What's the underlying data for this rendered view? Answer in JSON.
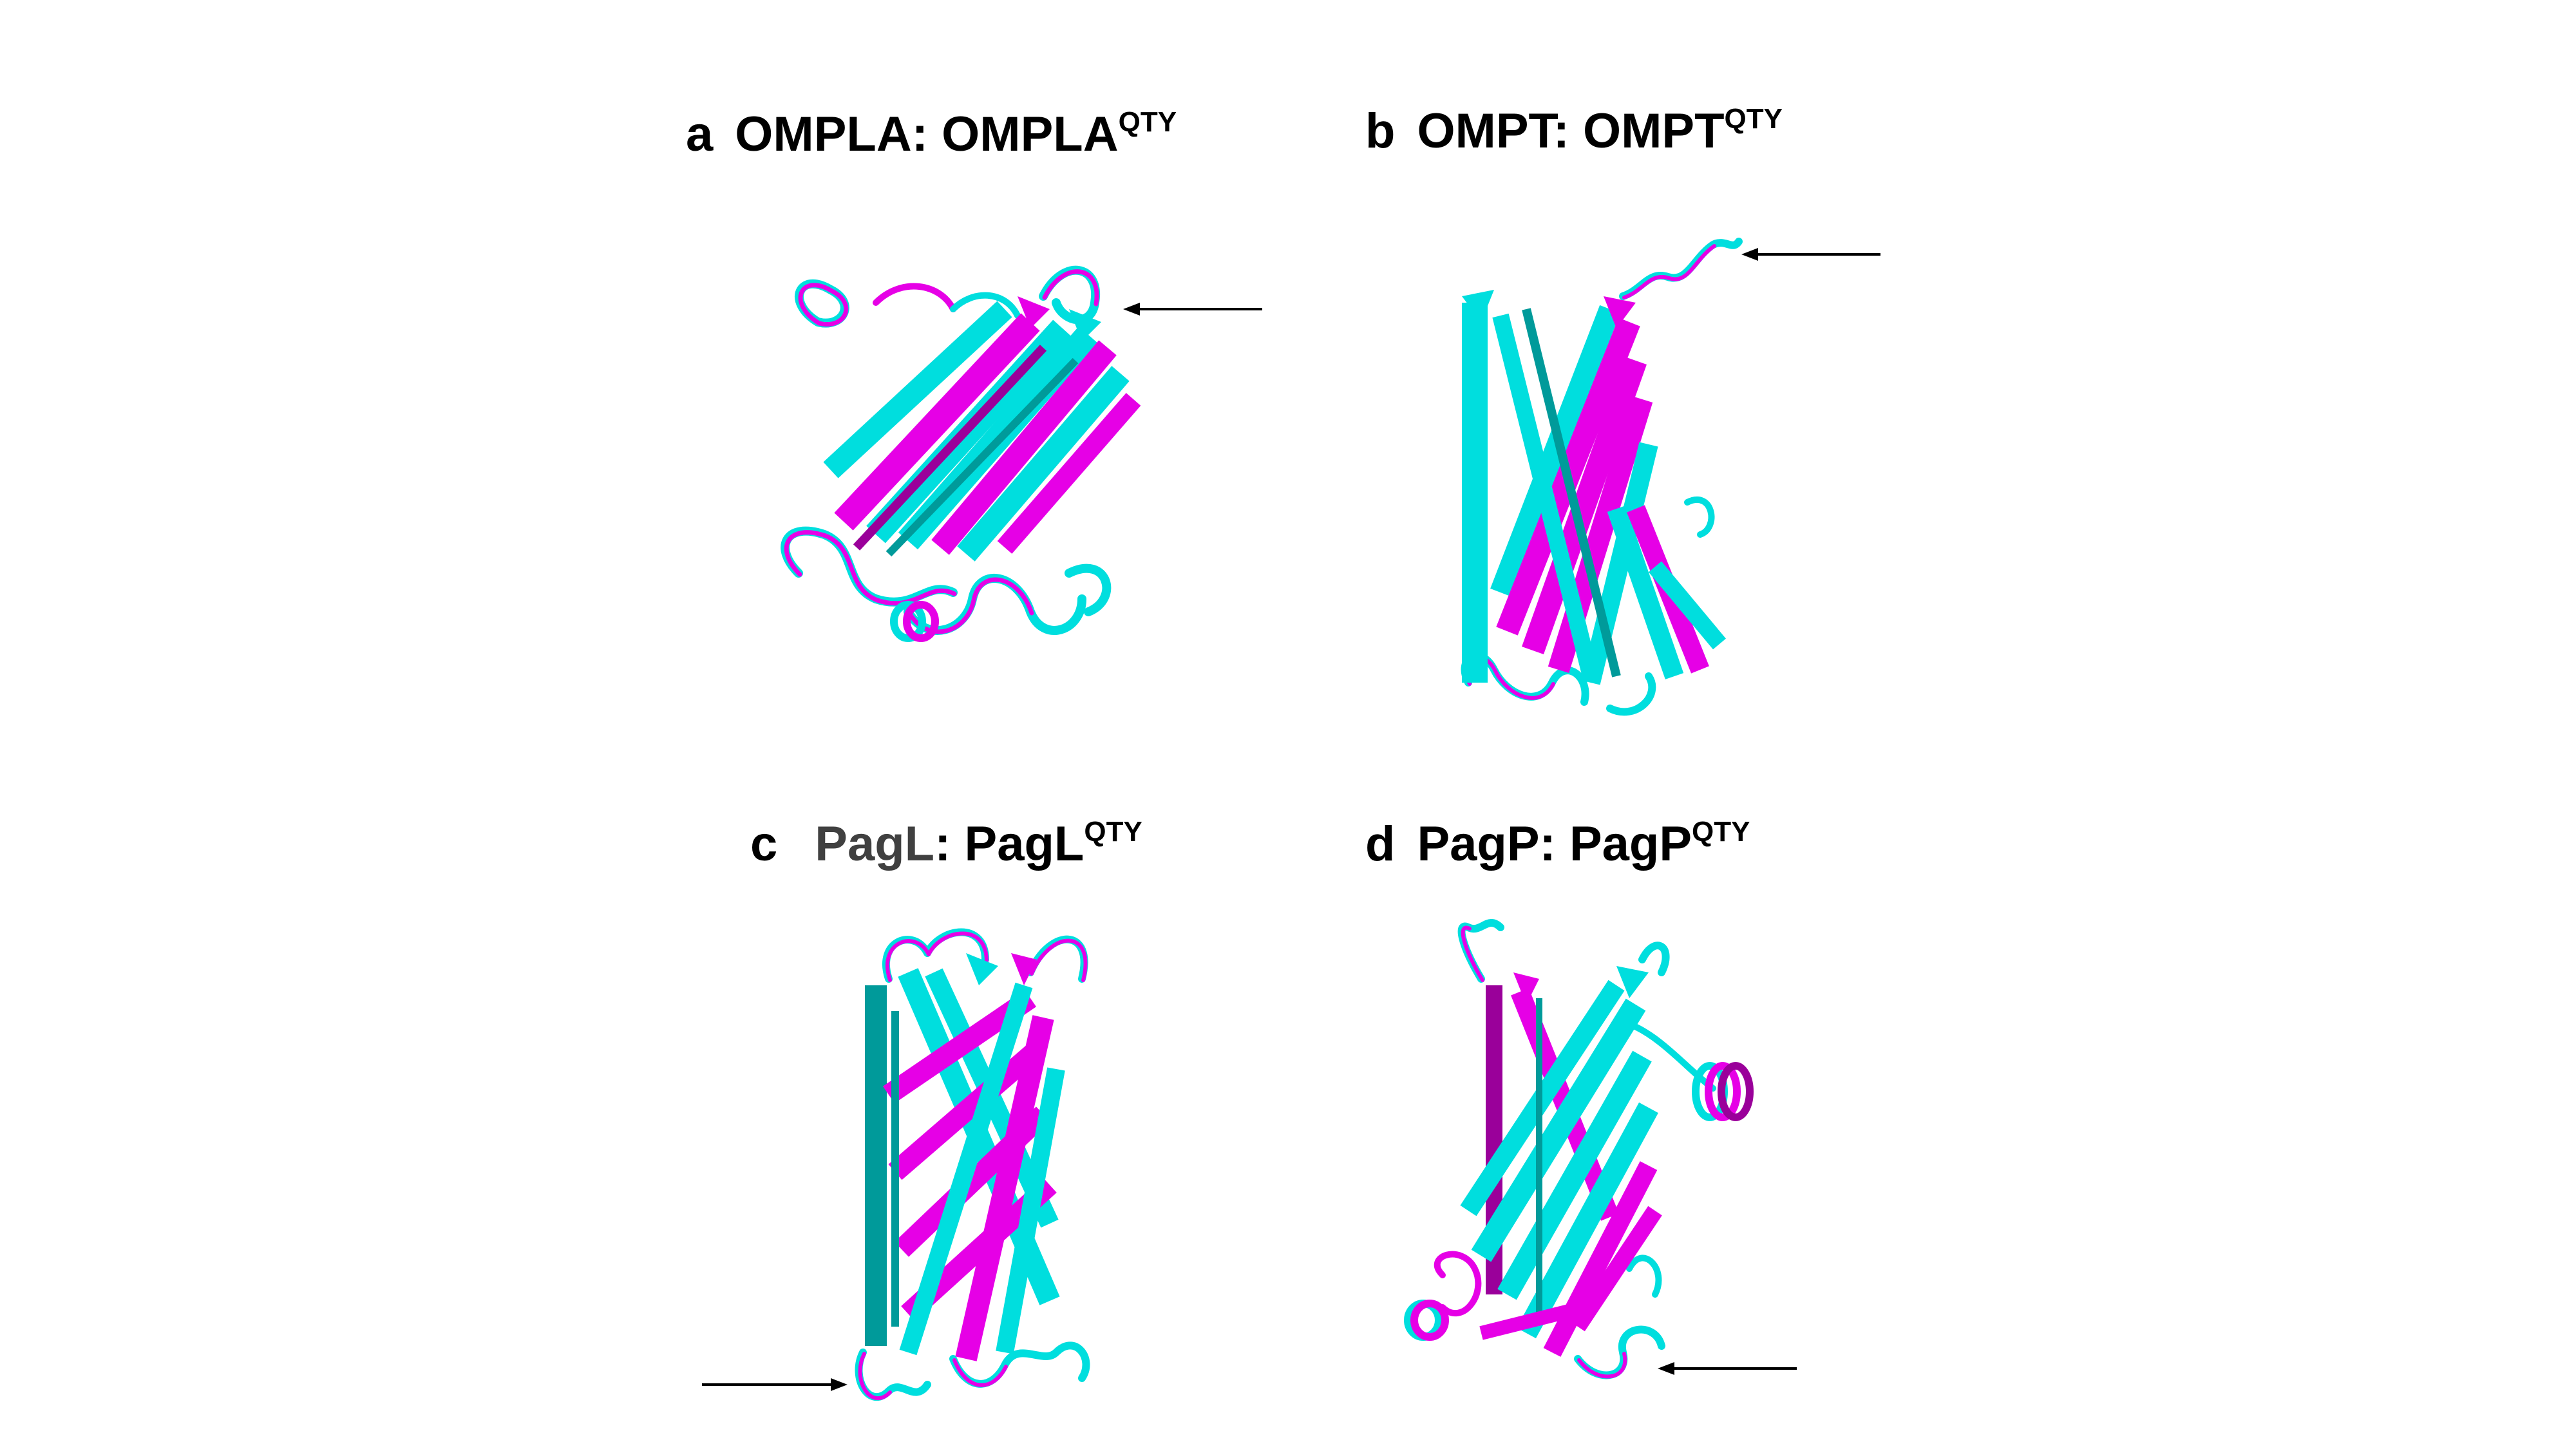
{
  "panels": [
    {
      "letter": "a",
      "name": "OMPLA",
      "sep": ":",
      "qty_name": "OMPLA",
      "superscript": "QTY"
    },
    {
      "letter": "b",
      "name": "OMPT",
      "sep": ":",
      "qty_name": "OMPT",
      "superscript": "QTY"
    },
    {
      "letter": "c",
      "name": "PagL",
      "sep": ":",
      "qty_name": "PagL",
      "superscript": "QTY"
    },
    {
      "letter": "d",
      "name": "PagP",
      "sep": ":",
      "qty_name": "PagP",
      "superscript": "QTY"
    }
  ],
  "colors": {
    "native": "#e600e6",
    "qty": "#00dede",
    "native_dark": "#9a009a",
    "qty_dark": "#009a9a",
    "label_gray": "#404040",
    "text": "#000000"
  },
  "structure_type": "beta-barrel-ribbon-overlay"
}
